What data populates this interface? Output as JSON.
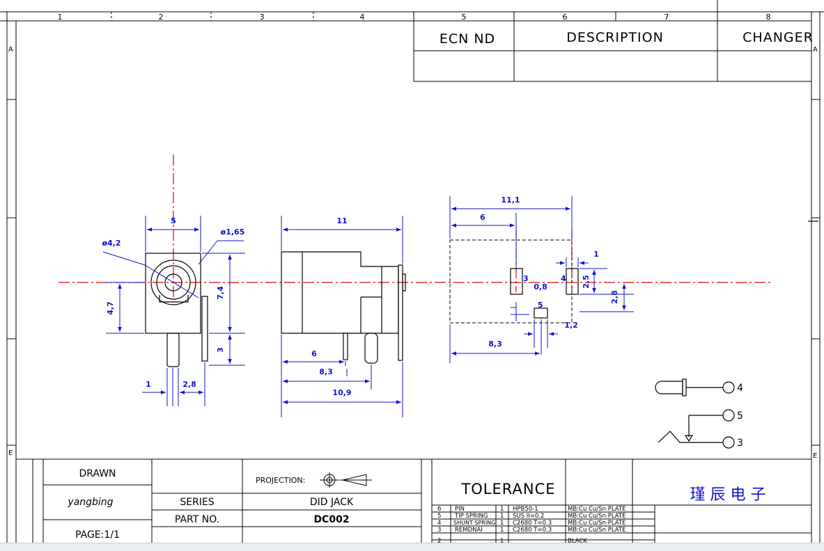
{
  "border": {
    "col_labels": [
      "1",
      "2",
      "3",
      "4",
      "5",
      "6",
      "7",
      "8"
    ],
    "row_labels_left": [
      "A",
      "E"
    ],
    "row_labels_right": [
      "A",
      "E"
    ]
  },
  "revision_table": {
    "headers": [
      "ECN ND",
      "DESCRIPTION",
      "CHANGER"
    ]
  },
  "dimensions": {
    "front": {
      "d_outer": "ø4,2",
      "d_pin": "ø1,65",
      "width": "5",
      "height": "7,4",
      "center_h": "4,7",
      "pin_len": "3",
      "pin_w": "1",
      "pin_pitch": "2,8"
    },
    "side": {
      "length": "11",
      "pin1": "6",
      "pin2": "8,3",
      "total": "10,9"
    },
    "footprint": {
      "overall": "11,1",
      "hole_pos": "6",
      "slot_w": "1",
      "slot_h": "2,5",
      "slot_offset": "2,8",
      "gap": "0,8",
      "pad_w": "1,2",
      "pad_pos": "8,3",
      "pin3": "3",
      "pin4": "4",
      "pin5": "5"
    }
  },
  "schematic": {
    "pin4": "4",
    "pin5": "5",
    "pin3": "3"
  },
  "title_block": {
    "drawn_label": "DRAWN",
    "drawn_by": "yangbing",
    "page": "PAGE:1/1",
    "series_label": "SERIES",
    "series_value": "DID  JACK",
    "partno_label": "PART NO.",
    "partno_value": "DC002",
    "projection_label": "PROJECTION:",
    "tolerance_label": "TOLERANCE",
    "company": "瑾 辰 电 子"
  },
  "bom": {
    "rows": [
      {
        "no": "6",
        "name": "PIN",
        "qty": "1",
        "material": "HPB50-1",
        "finish": "MB:Cu Cu/Sn PLATE"
      },
      {
        "no": "5",
        "name": "TIP SPRING",
        "qty": "1",
        "material": "SUS II=0.2",
        "finish": "MB:Cu Cu/Sn PLATE"
      },
      {
        "no": "4",
        "name": "SHUNT SPRING",
        "qty": "1",
        "material": "C2680 T=0.3",
        "finish": "MB:Cu Cu/Sn PLATE"
      },
      {
        "no": "3",
        "name": "REMDNAI",
        "qty": "1",
        "material": "C2680 T=0.3",
        "finish": "MB:Cu Cu/Sn PLATE"
      },
      {
        "no": "2",
        "name": "",
        "qty": "1",
        "material": "",
        "finish": "BLACK"
      }
    ]
  },
  "colors": {
    "dimension": "#1010d0",
    "centerline": "#e00000",
    "outline": "#000000",
    "company": "#1010d0"
  }
}
